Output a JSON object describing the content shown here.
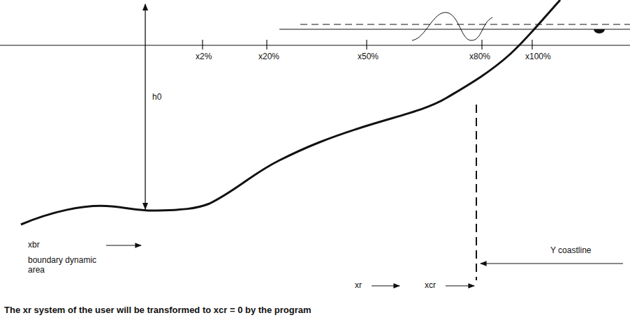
{
  "diagram": {
    "caption": "The xr system of the user will be transformed to xcr = 0 by the program",
    "labels": [
      "x2%",
      "x20%",
      "x50%",
      "x80%",
      "x100%",
      "h0",
      "xbr",
      "boundary dynamic area",
      "Y coastline",
      "xr",
      "xcr"
    ]
  }
}
